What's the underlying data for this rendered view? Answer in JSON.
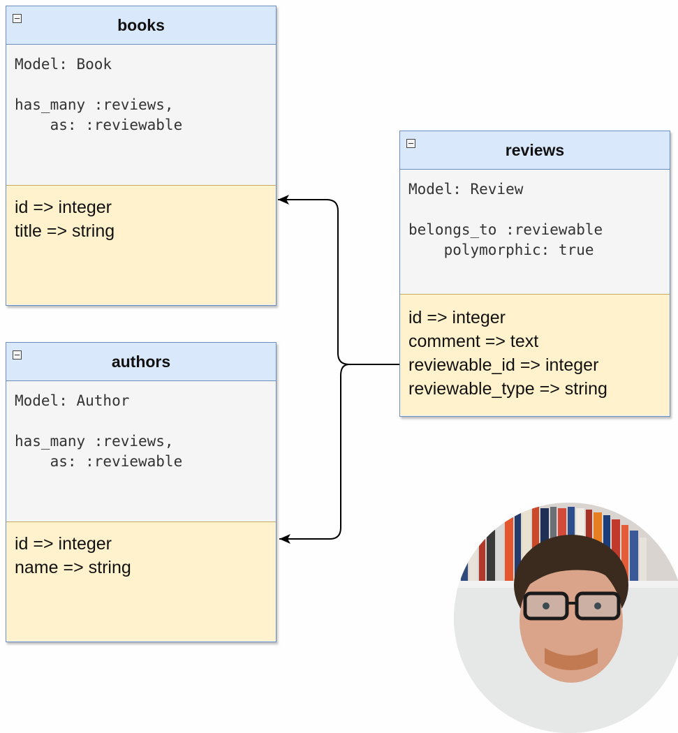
{
  "tables": {
    "books": {
      "name": "books",
      "model": "Model: Book",
      "assoc": [
        "has_many :reviews,",
        "    as: :reviewable"
      ],
      "fields": [
        "id => integer",
        "title => string"
      ]
    },
    "authors": {
      "name": "authors",
      "model": "Model: Author",
      "assoc": [
        "has_many :reviews,",
        "    as: :reviewable"
      ],
      "fields": [
        "id => integer",
        "name => string"
      ]
    },
    "reviews": {
      "name": "reviews",
      "model": "Model: Review",
      "assoc": [
        "belongs_to :reviewable",
        "    polymorphic: true"
      ],
      "fields": [
        "id => integer",
        "comment => text",
        "reviewable_id => integer",
        "reviewable_type => string"
      ]
    }
  },
  "colors": {
    "header_fill": "#dae8fc",
    "header_border": "#6c8ebf",
    "model_fill": "#f5f5f5",
    "fields_fill": "#fff2cc",
    "connector": "#000000"
  }
}
